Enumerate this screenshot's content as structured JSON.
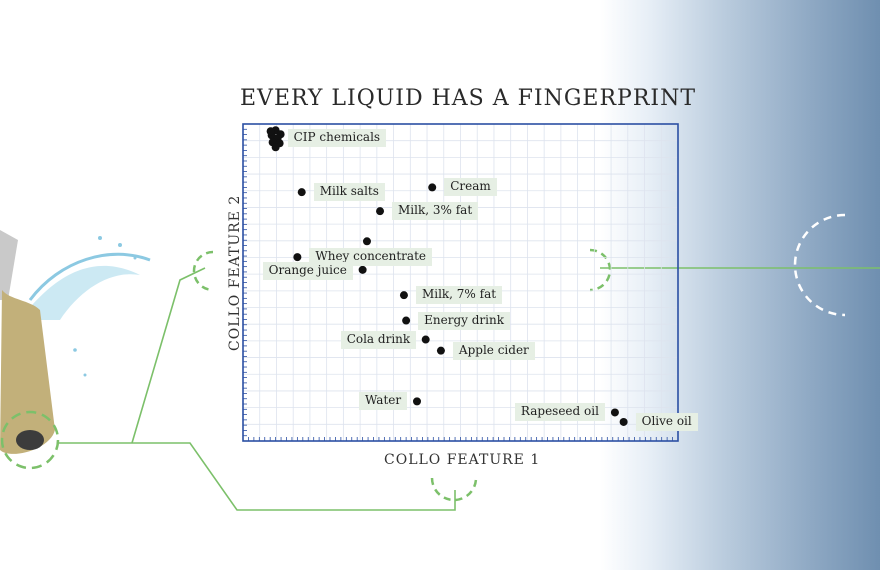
{
  "title": "EVERY LIQUID HAS A FINGERPRINT",
  "chart_data": {
    "type": "scatter",
    "title": "EVERY LIQUID HAS A FINGERPRINT",
    "xlabel": "COLLO FEATURE 1",
    "ylabel": "COLLO FEATURE 2",
    "xlim": [
      0,
      100
    ],
    "ylim": [
      0,
      100
    ],
    "grid": true,
    "points": [
      {
        "label": "CIP chemicals",
        "x": 7.5,
        "y": 95.5,
        "cluster": true
      },
      {
        "label": "Cream",
        "x": 43.5,
        "y": 80.0
      },
      {
        "label": "Milk salts",
        "x": 13.5,
        "y": 78.5
      },
      {
        "label": "Milk, 3% fat",
        "x": 31.5,
        "y": 72.5
      },
      {
        "label": "",
        "x": 28.5,
        "y": 63.0
      },
      {
        "label": "Whey concentrate",
        "x": 12.5,
        "y": 58.0
      },
      {
        "label": "Orange juice",
        "x": 27.5,
        "y": 54.0
      },
      {
        "label": "Milk, 7% fat",
        "x": 37.0,
        "y": 46.0
      },
      {
        "label": "Energy drink",
        "x": 37.5,
        "y": 38.0
      },
      {
        "label": "Cola drink",
        "x": 42.0,
        "y": 32.0
      },
      {
        "label": "Apple cider",
        "x": 45.5,
        "y": 28.5
      },
      {
        "label": "Water",
        "x": 40.0,
        "y": 12.5
      },
      {
        "label": "Rapeseed oil",
        "x": 85.5,
        "y": 9.0
      },
      {
        "label": "Olive oil",
        "x": 87.5,
        "y": 6.0
      }
    ]
  },
  "colors": {
    "point": "#111111",
    "label_bg": "#e6efe4",
    "axis": "#2b4fa3",
    "grid": "#dde3ee",
    "accent": "#7cc06a"
  },
  "icons": {
    "sensor": "sensor-probe-icon",
    "splash": "water-splash-icon",
    "plant": "industrial-tanks-image"
  }
}
